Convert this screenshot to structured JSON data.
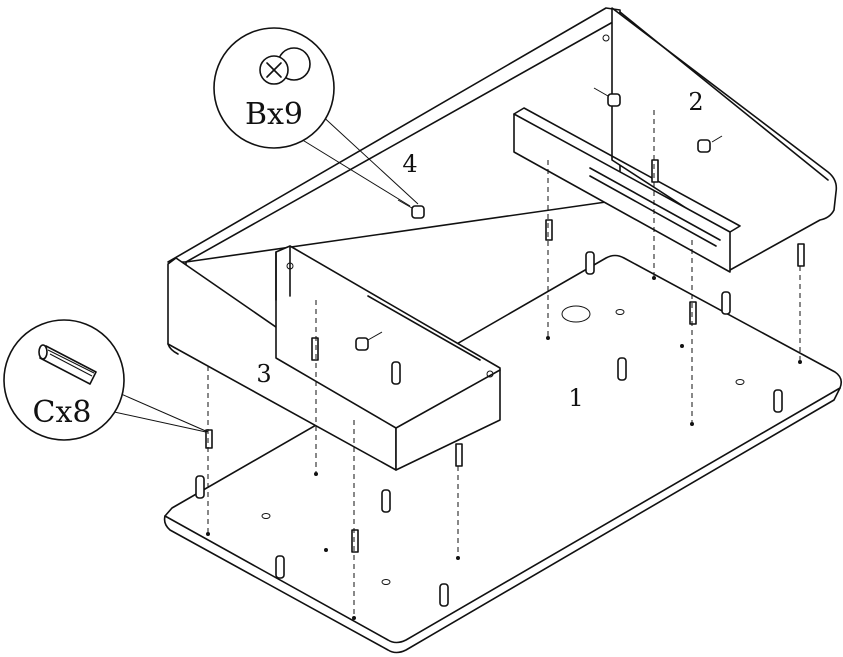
{
  "parts": {
    "base": {
      "number": "1"
    },
    "right_side": {
      "number": "2"
    },
    "left_side": {
      "number": "3"
    },
    "back_panel": {
      "number": "4"
    }
  },
  "callouts": {
    "cam_bolt": {
      "label": "Bx9",
      "icon": "cam-bolt-icon"
    },
    "dowel": {
      "label": "Cx8",
      "icon": "wooden-dowel-icon"
    }
  },
  "colors": {
    "line": "#111111",
    "background": "#ffffff"
  }
}
